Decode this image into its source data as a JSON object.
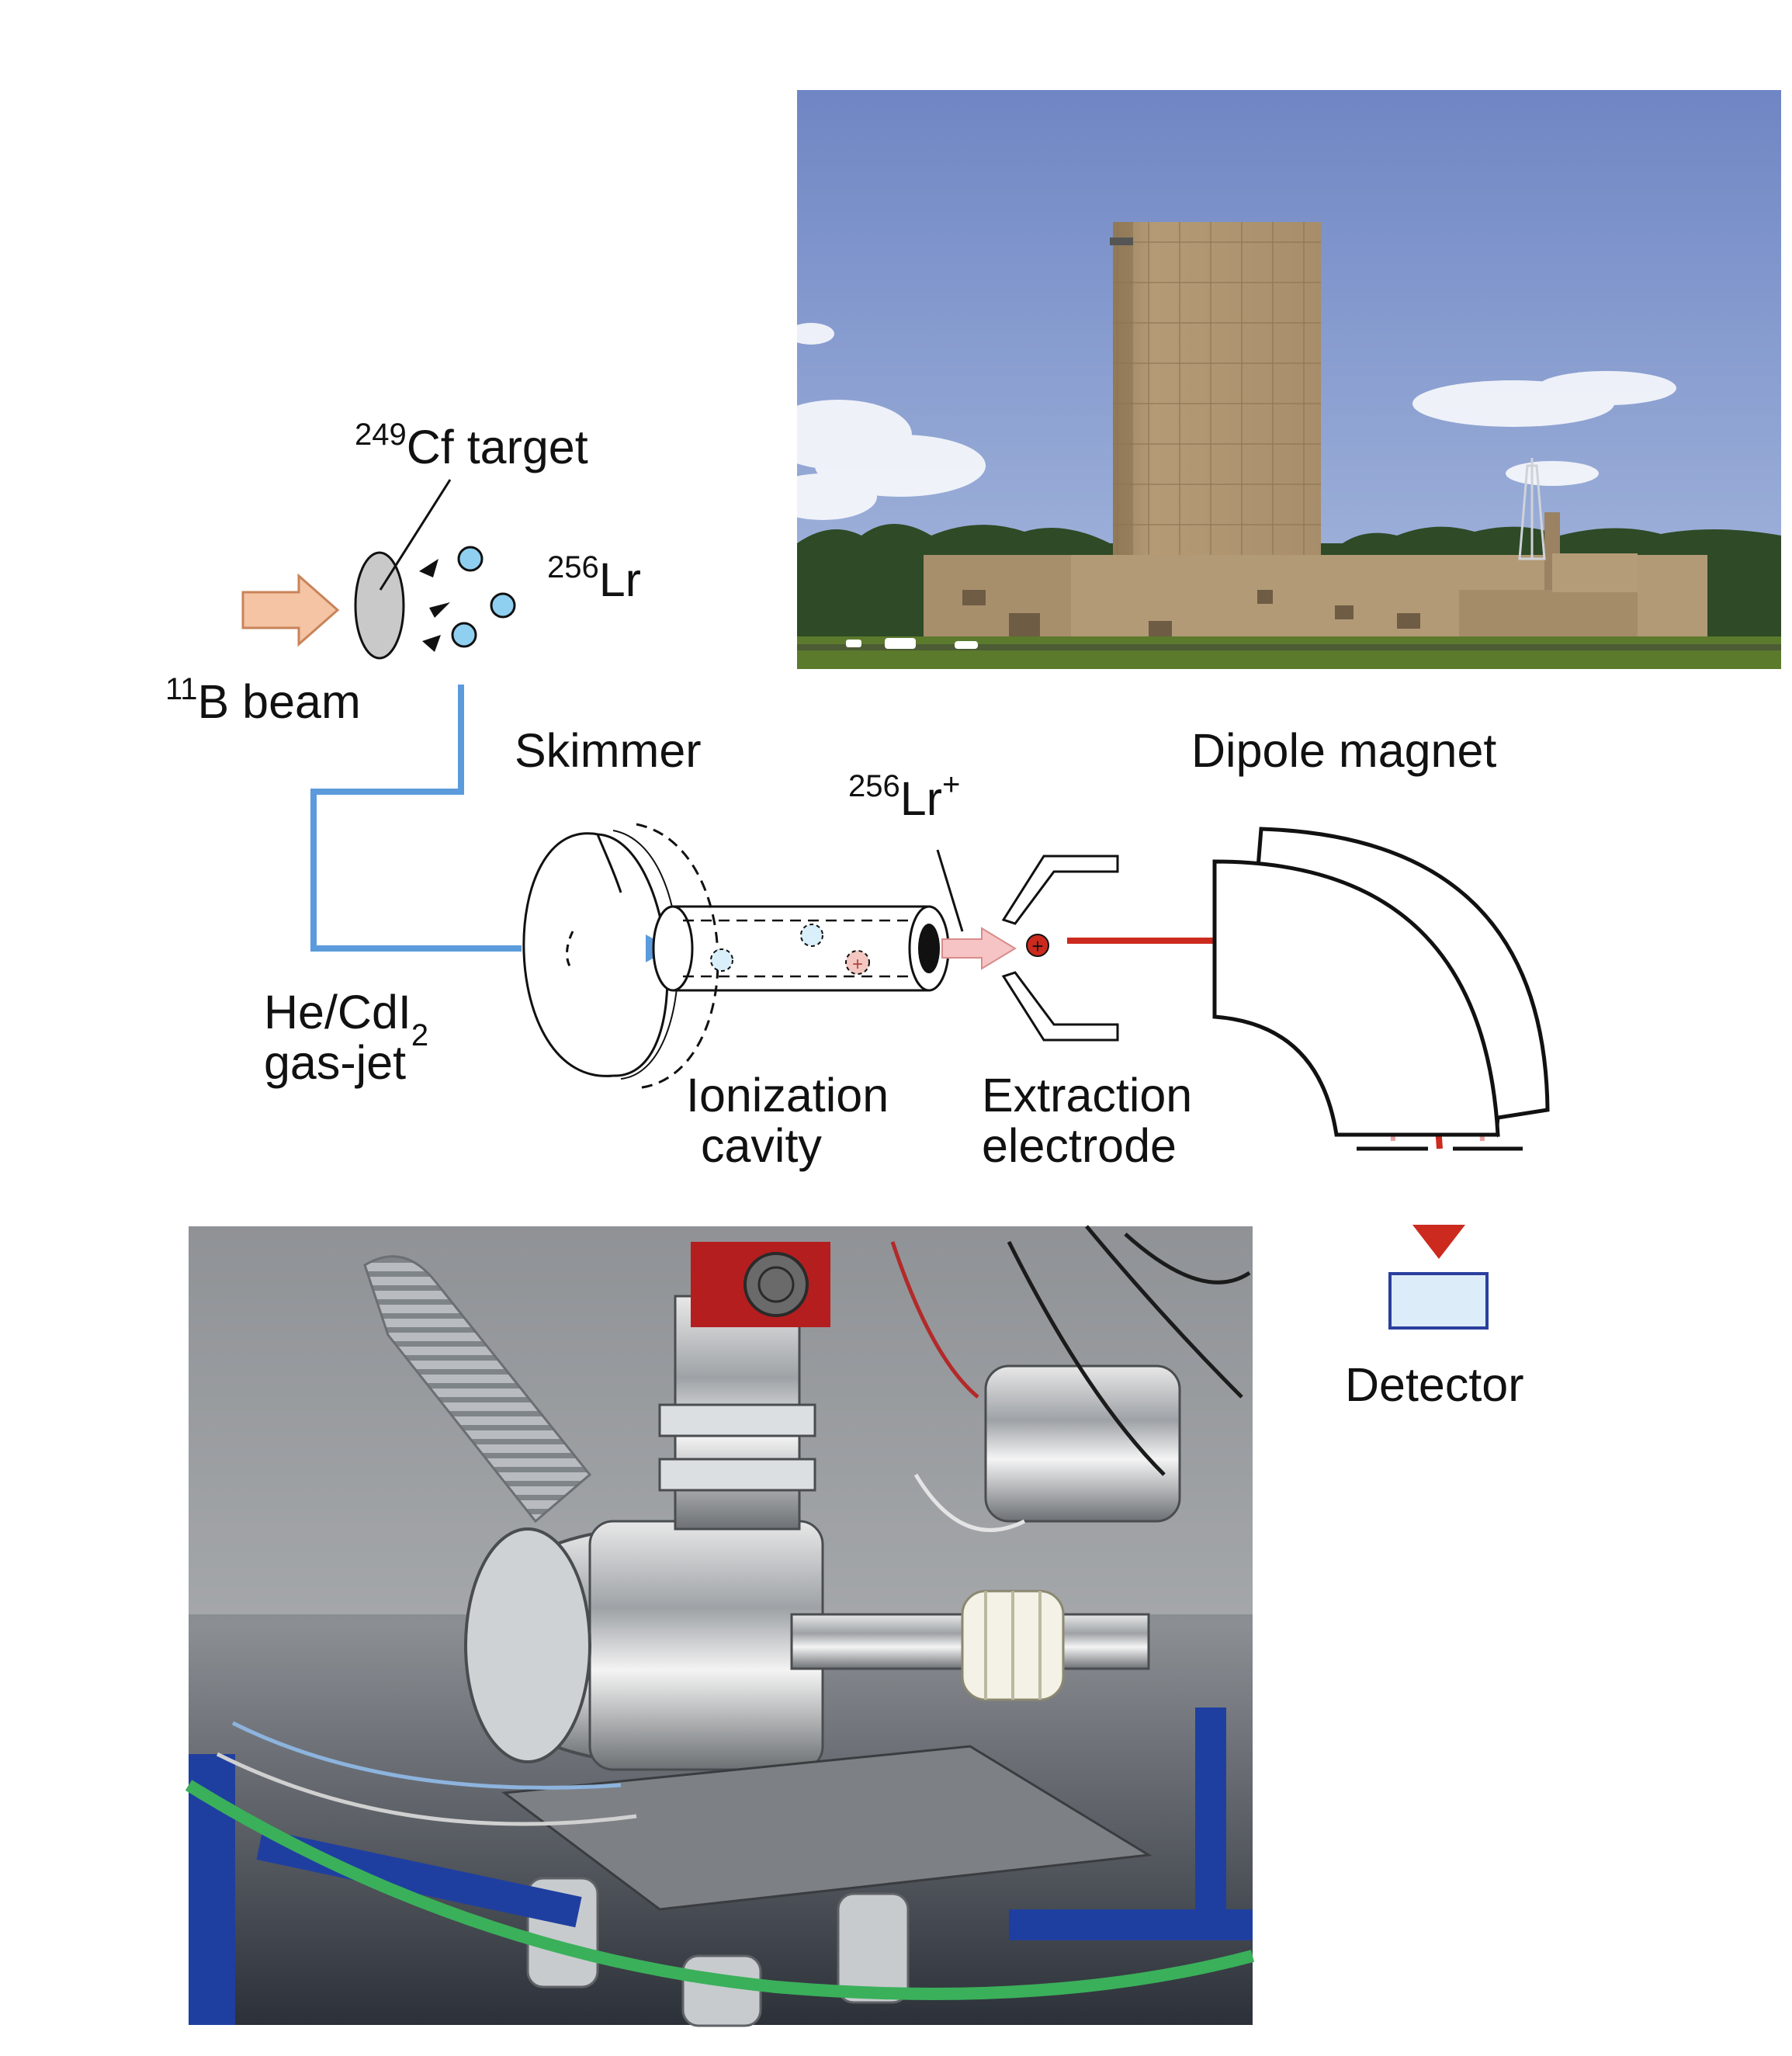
{
  "labels": {
    "target": {
      "sup": "249",
      "text": "Cf target"
    },
    "product": {
      "sup": "256",
      "text": "Lr"
    },
    "beam": {
      "sup": "11",
      "text": "B beam"
    },
    "skimmer": "Skimmer",
    "ion": {
      "sup": "256",
      "text": "Lr",
      "charge": "+"
    },
    "dipole_magnet": "Dipole magnet",
    "gas_jet_line1": {
      "text": "He/CdI",
      "sub": "2"
    },
    "gas_jet_line2": "gas-jet",
    "ionization_cavity_line1": "Ionization",
    "ionization_cavity_line2": "cavity",
    "extraction_line1": "Extraction",
    "extraction_line2": "electrode",
    "detector": "Detector"
  },
  "colors": {
    "beam_arrow": "#f4c4a4",
    "beam_arrow_stroke": "#c9845a",
    "particle_fill": "#8fd0f0",
    "gas_line": "#5b9bdc",
    "ion_beam": "#cc2a1e",
    "ion_beam_faded": "#e8a0a0",
    "detector_fill": "#dcecf8",
    "detector_stroke": "#2b3f9e",
    "detector_arrow": "#cc2a1e"
  },
  "photos": {
    "top_right": "building-photo",
    "bottom_left": "apparatus-photo"
  }
}
